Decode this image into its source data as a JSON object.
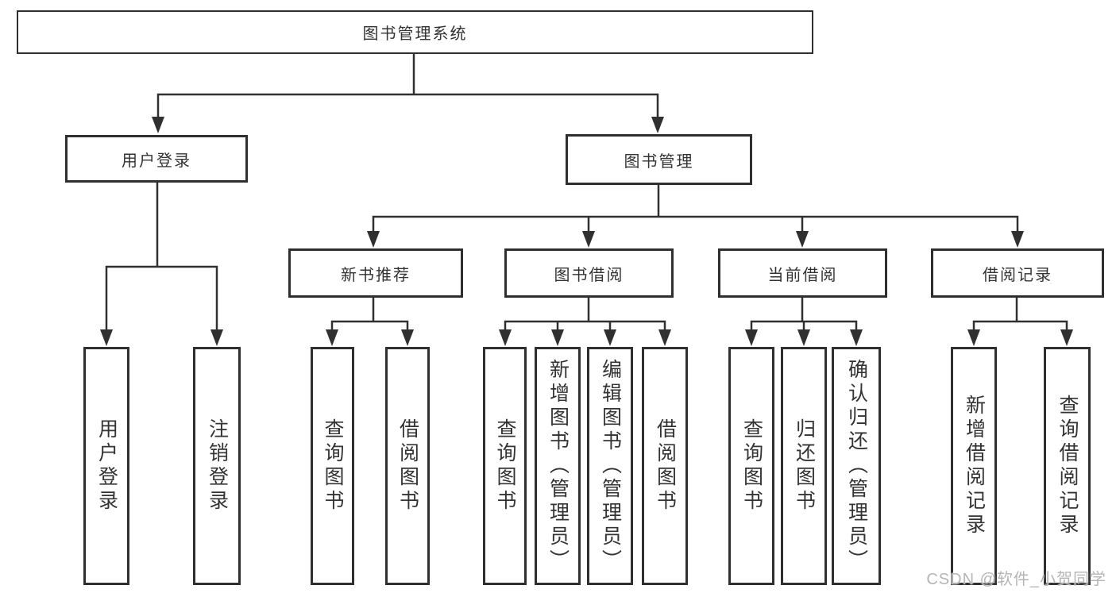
{
  "diagram": {
    "root": {
      "label": "图书管理系统"
    },
    "level2": [
      {
        "label": "用户登录"
      },
      {
        "label": "图书管理"
      }
    ],
    "level3": [
      {
        "label": "新书推荐"
      },
      {
        "label": "图书借阅"
      },
      {
        "label": "当前借阅"
      },
      {
        "label": "借阅记录"
      }
    ],
    "leaves": [
      {
        "label": "用户登录"
      },
      {
        "label": "注销登录"
      },
      {
        "label": "查询图书"
      },
      {
        "label": "借阅图书"
      },
      {
        "label": "查询图书"
      },
      {
        "label": "新增图书（管理员）"
      },
      {
        "label": "编辑图书（管理员）"
      },
      {
        "label": "借阅图书"
      },
      {
        "label": "查询图书"
      },
      {
        "label": "归还图书"
      },
      {
        "label": "确认归还（管理员）"
      },
      {
        "label": "新增借阅记录"
      },
      {
        "label": "查询借阅记录"
      }
    ],
    "watermark": {
      "text": "CSDN @软件_小贺同学"
    },
    "colors": {
      "line": "#303030",
      "box_border": "#2f2f2f",
      "text": "#333333",
      "watermark": "#b5b5b5",
      "background": "#ffffff"
    }
  }
}
